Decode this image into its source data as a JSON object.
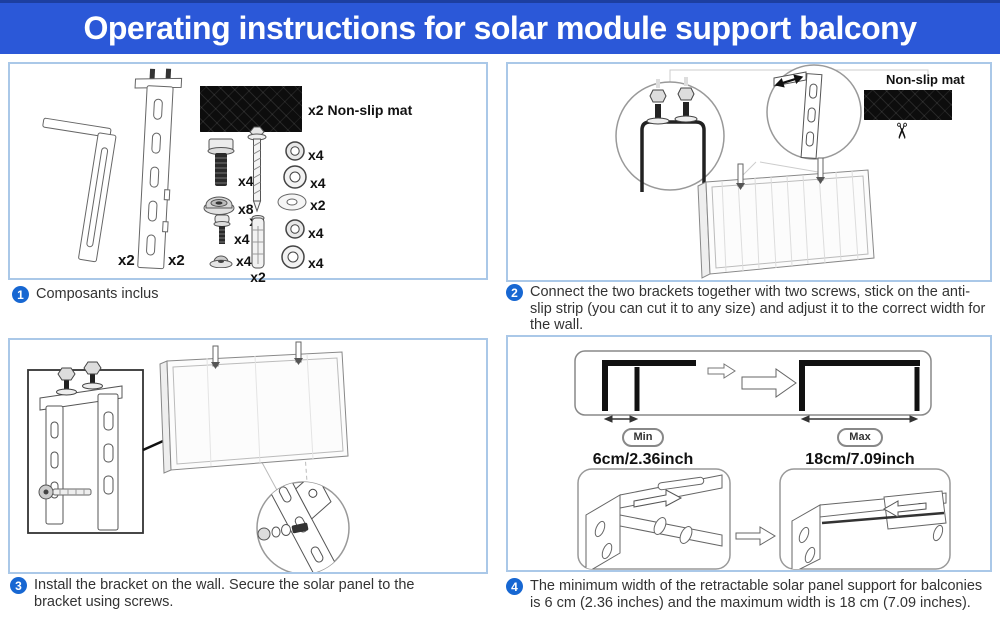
{
  "header": {
    "title": "Operating instructions for solar module support balcony"
  },
  "colors": {
    "header_bg": "#2b58d8",
    "panel_border": "#aac8e8",
    "badge_blue": "#1767d2",
    "mat_black": "#0d0d0d"
  },
  "steps": {
    "s1": {
      "num": "1",
      "caption": "Composants inclus"
    },
    "s2": {
      "num": "2",
      "caption": "Connect the two brackets together with two screws, stick on the anti-slip strip (you can cut it to any size) and adjust it to the correct width for the wall."
    },
    "s3": {
      "num": "3",
      "caption": "Install the bracket on the wall. Secure the solar panel to the bracket using screws."
    },
    "s4": {
      "num": "4",
      "caption": "The minimum width of the retractable solar panel support for balconies is 6 cm (2.36 inches) and the maximum width is 18 cm (7.09 inches)."
    }
  },
  "components": {
    "bracket_left_qty": "x2",
    "bracket_right_qty": "x2",
    "mat_label": "x2 Non-slip mat",
    "hardware": [
      {
        "icon": "hex-bolt",
        "qty": "x4"
      },
      {
        "icon": "lag-screw",
        "qty": "x2"
      },
      {
        "icon": "hex-nut",
        "qty": "x4"
      },
      {
        "icon": "washer",
        "qty": "x4"
      },
      {
        "icon": "cap-nut",
        "qty": "x8"
      },
      {
        "icon": "flat-washer",
        "qty": "x2"
      },
      {
        "icon": "pan-head-bolt",
        "qty": "x4"
      },
      {
        "icon": "expansion-anchor",
        "qty": "x2"
      },
      {
        "icon": "hex-nut",
        "qty": "x4"
      },
      {
        "icon": "washer",
        "qty": "x4"
      },
      {
        "icon": "flange-nut",
        "qty": "x4"
      }
    ]
  },
  "connect": {
    "mat_label": "Non-slip mat",
    "scissors": "✂"
  },
  "width_limits": {
    "min_badge": "Min",
    "min_value": "6cm/2.36inch",
    "max_badge": "Max",
    "max_value": "18cm/7.09inch"
  }
}
